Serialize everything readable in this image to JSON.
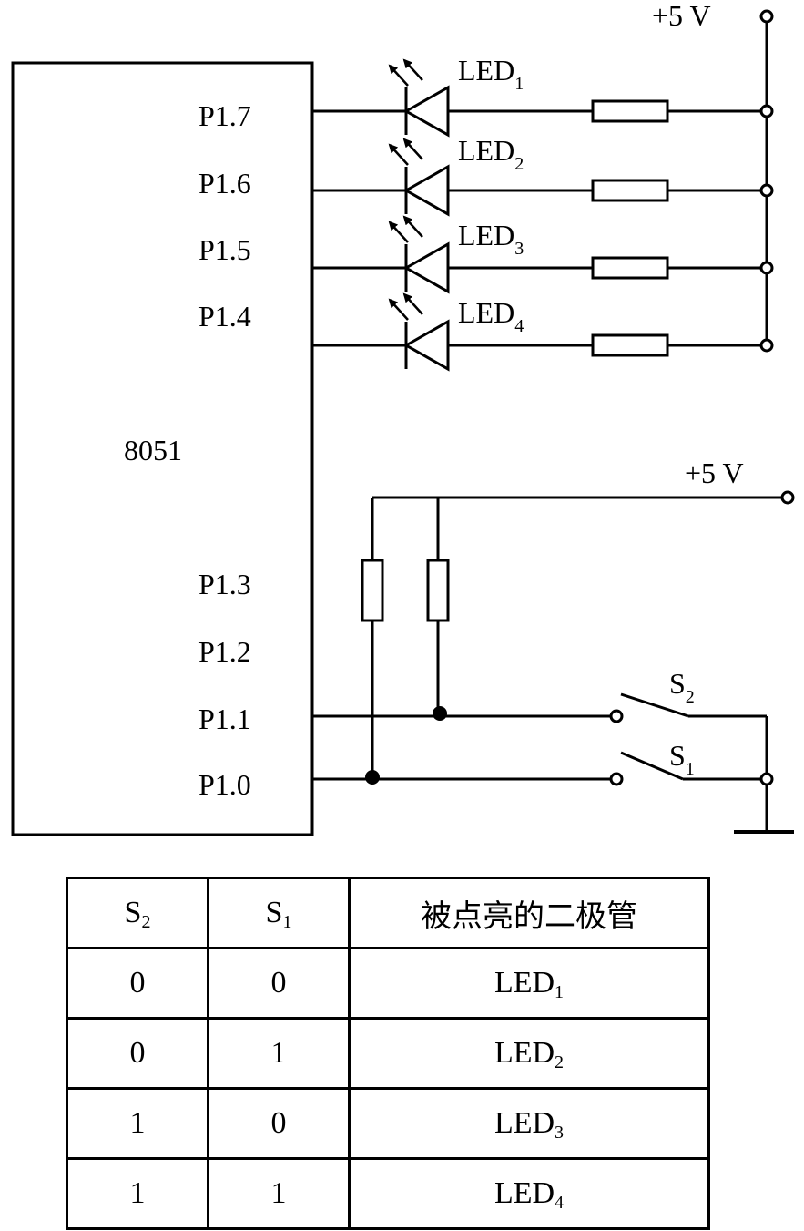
{
  "chip": {
    "name": "8051",
    "pins_led": [
      "P1.7",
      "P1.6",
      "P1.5",
      "P1.4"
    ],
    "pins_switch": [
      "P1.3",
      "P1.2",
      "P1.1",
      "P1.0"
    ]
  },
  "supply": {
    "top": "+5 V",
    "mid": "+5 V"
  },
  "leds": [
    {
      "base": "LED",
      "sub": "1"
    },
    {
      "base": "LED",
      "sub": "2"
    },
    {
      "base": "LED",
      "sub": "3"
    },
    {
      "base": "LED",
      "sub": "4"
    }
  ],
  "switches": [
    {
      "base": "S",
      "sub": "2"
    },
    {
      "base": "S",
      "sub": "1"
    }
  ],
  "table": {
    "headers": [
      {
        "base": "S",
        "sub": "2"
      },
      {
        "base": "S",
        "sub": "1"
      },
      {
        "text": "被点亮的二极管"
      }
    ],
    "rows": [
      {
        "s2": "0",
        "s1": "0",
        "led_base": "LED",
        "led_sub": "1"
      },
      {
        "s2": "0",
        "s1": "1",
        "led_base": "LED",
        "led_sub": "2"
      },
      {
        "s2": "1",
        "s1": "0",
        "led_base": "LED",
        "led_sub": "3"
      },
      {
        "s2": "1",
        "s1": "1",
        "led_base": "LED",
        "led_sub": "4"
      }
    ]
  }
}
